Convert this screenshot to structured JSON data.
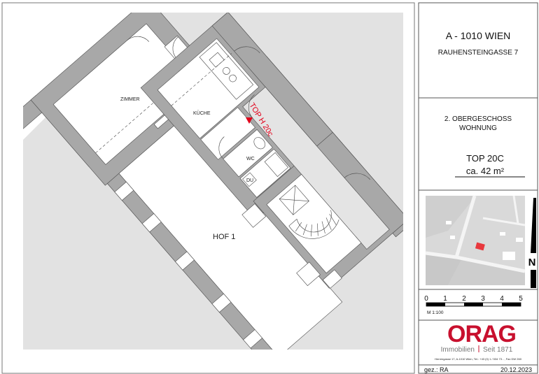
{
  "plan": {
    "rooms": {
      "zimmer": "ZIMMER",
      "kueche": "KÜCHE",
      "wc": "WC",
      "du": "DU",
      "hof": "HOF 1"
    },
    "entrance_marker": "TOP H 20c",
    "marker_color": "#e2001a"
  },
  "title_block": {
    "city": "A - 1010 WIEN",
    "street": "RAUHENSTEINGASSE 7",
    "floor": "2. OBERGESCHOSS",
    "type": "WOHNUNG",
    "unit": "TOP 20C",
    "area": "ca. 42 m²",
    "north": "N",
    "scale_ticks": [
      "0",
      "1",
      "2",
      "3",
      "4",
      "5"
    ],
    "scale_label": "M 1:100",
    "logo": {
      "name": "ORAG",
      "tagline_left": "Immobilien",
      "tagline_right": "Seit 1871",
      "color": "#c8102e"
    },
    "company_address": "Herrengasse 17, A-1010 Wien, Tel.: +43 (0) 1 / 534 73 - , Fax DW 260",
    "drawn_by": "gez.: RA",
    "date": "20.12.2023"
  }
}
